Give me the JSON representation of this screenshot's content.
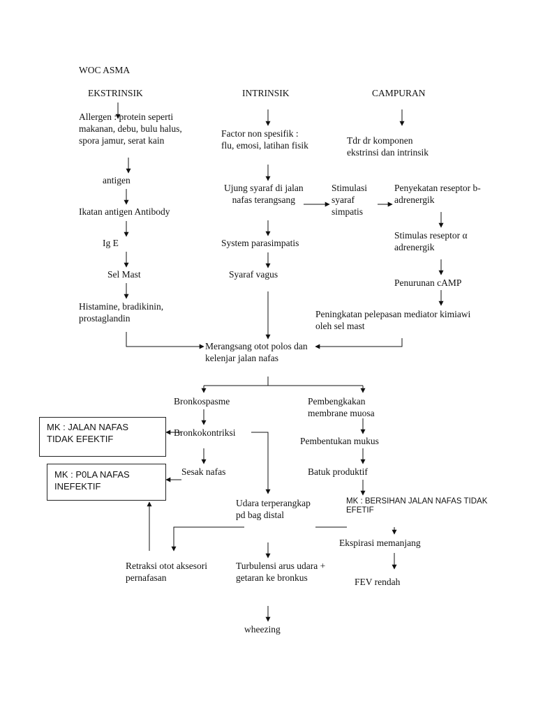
{
  "title": "WOC ASMA",
  "headings": {
    "ekstrinsik": "EKSTRINSIK",
    "intrinsik": "INTRINSIK",
    "campuran": "CAMPURAN"
  },
  "ekstrinsik": {
    "allergen": [
      "Allergen : protein seperti",
      "makanan, debu, bulu halus,",
      "spora jamur, serat kain"
    ],
    "antigen": "antigen",
    "ikatan": "Ikatan antigen Antibody",
    "ige": "Ig E",
    "selmast": "Sel Mast",
    "histamine": [
      "Histamine, bradikinin,",
      "prostaglandin"
    ]
  },
  "intrinsik": {
    "factor": [
      "Factor non spesifik :",
      "flu, emosi, latihan fisik"
    ],
    "ujung": [
      "Ujung syaraf di jalan",
      "nafas terangsang"
    ],
    "parasimpatis": "System parasimpatis",
    "vagus": "Syaraf vagus"
  },
  "campuran": {
    "tdr": [
      "Tdr dr komponen",
      "ekstrinsi dan intrinsik"
    ],
    "stimulasi": [
      "Stimulasi",
      "syaraf",
      "simpatis"
    ],
    "penyekatan": [
      "Penyekatan reseptor b-",
      "adrenergik"
    ],
    "stimulas": [
      "Stimulas reseptor  α",
      "adrenergik"
    ],
    "camp": "Penurunan cAMP",
    "peningkatan": [
      "Peningkatan pelepasan mediator kimiawi",
      "oleh sel mast"
    ]
  },
  "merangsang": [
    "Merangsang otot polos dan",
    "kelenjar jalan nafas"
  ],
  "left_branch": {
    "bronkospasme": "Bronkospasme",
    "bronkokontriksi": "Bronkokontriksi",
    "sesak": "Sesak nafas"
  },
  "right_branch": {
    "pembengkakan": [
      "Pembengkakan",
      "membrane muosa"
    ],
    "mukus": "Pembentukan mukus",
    "batuk": "Batuk produktif"
  },
  "udara": [
    "Udara terperangkap",
    "pd bag distal"
  ],
  "retraksi": [
    "Retraksi otot aksesori",
    "pernafasan"
  ],
  "turbulensi": [
    "Turbulensi arus udara +",
    "getaran ke bronkus"
  ],
  "wheezing": "wheezing",
  "ekspirasi": "Ekspirasi memanjang",
  "fev": "FEV rendah",
  "mk": {
    "jalan_nafas": [
      "MK : JALAN NAFAS",
      "TIDAK EFEKTIF"
    ],
    "pola_nafas": [
      "MK : P0LA NAFAS",
      "INEFEKTIF"
    ],
    "bersihan": [
      "MK : BERSIHAN JALAN NAFAS TIDAK",
      "EFETIF"
    ]
  }
}
